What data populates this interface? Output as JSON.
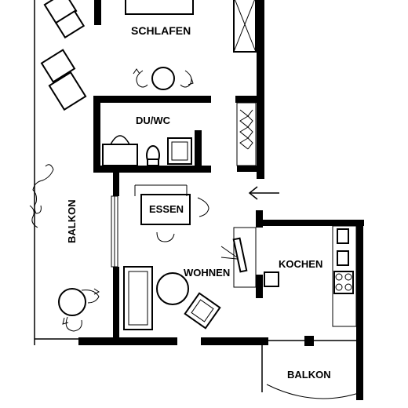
{
  "rooms": {
    "schlafen": "SCHLAFEN",
    "duwc": "DU/WC",
    "essen": "ESSEN",
    "wohnen": "WOHNEN",
    "kochen": "KOCHEN",
    "balkon_left": "BALKON",
    "balkon_bottom": "BALKON"
  }
}
